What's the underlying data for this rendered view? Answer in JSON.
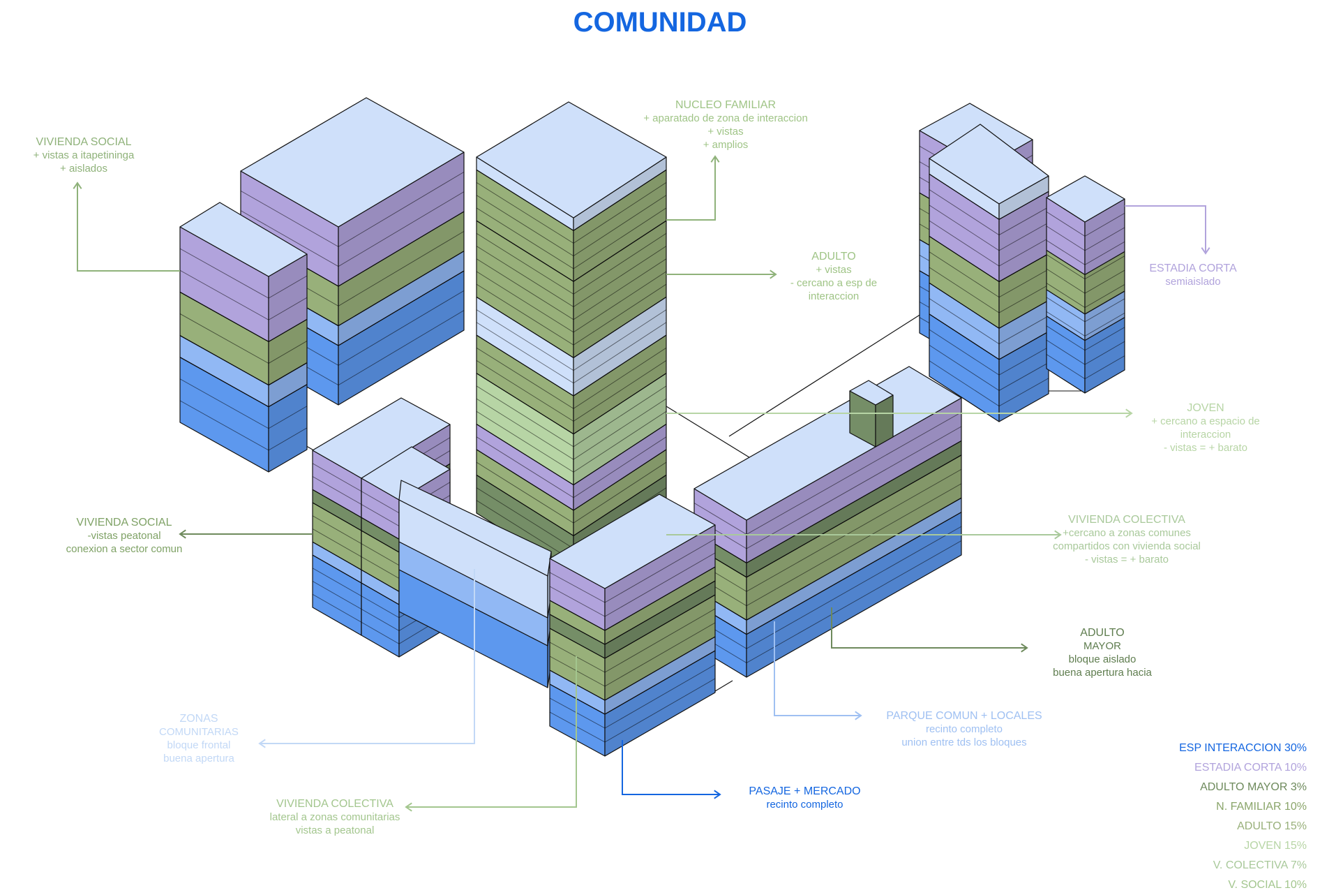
{
  "title": "COMUNIDAD",
  "colors": {
    "title": "#1466e0",
    "roof": "#cfe0fa",
    "purple": "#b1a3dc",
    "olive": "#98b07a",
    "dark_olive": "#758e67",
    "light_green": "#b7d5a5",
    "light_blue": "#91b8f4",
    "blue": "#5d98ee",
    "pale": "#cfe0fa"
  },
  "labels": {
    "vivienda_social_top": {
      "head": "VIVIENDA SOCIAL",
      "lines": [
        "+ vistas a itapetininga",
        "+ aislados"
      ]
    },
    "nucleo_familiar": {
      "head": "NUCLEO FAMILIAR",
      "lines": [
        "+ aparatado de zona de interaccion",
        "+ vistas",
        "+ amplios"
      ]
    },
    "adulto": {
      "head": "ADULTO",
      "lines": [
        "+ vistas",
        "- cercano a esp de",
        "interaccion"
      ]
    },
    "estadia_corta": {
      "head": "ESTADIA CORTA",
      "lines": [
        "semiaislado"
      ]
    },
    "joven": {
      "head": "JOVEN",
      "lines": [
        "+ cercano a espacio de",
        "interaccion",
        "- vistas = + barato"
      ]
    },
    "vivienda_social_left": {
      "head": "VIVIENDA SOCIAL",
      "lines": [
        "-vistas peatonal",
        "conexion a sector comun"
      ]
    },
    "vivienda_colectiva_right": {
      "head": "VIVIENDA COLECTIVA",
      "lines": [
        "+cercano a zonas comunes",
        "compartidos con vivienda social",
        "- vistas = + barato"
      ]
    },
    "adulto_mayor": {
      "head": "ADULTO",
      "lines": [
        "MAYOR",
        "bloque aislado",
        "buena apertura hacia"
      ]
    },
    "zonas_comunitarias": {
      "head": "ZONAS",
      "lines": [
        "COMUNITARIAS",
        "bloque frontal",
        "buena apertura"
      ]
    },
    "parque_comun": {
      "head": "PARQUE COMUN + LOCALES",
      "lines": [
        "recinto completo",
        "union entre tds los bloques"
      ]
    },
    "vivienda_colectiva_bottom": {
      "head": "VIVIENDA COLECTIVA",
      "lines": [
        "lateral a zonas comunitarias",
        "vistas a peatonal"
      ]
    },
    "pasaje_mercado": {
      "head": "PASAJE + MERCADO",
      "lines": [
        "recinto completo"
      ]
    }
  },
  "legend": [
    {
      "text": "ESP INTERACCION 30%",
      "color": "#1466e0"
    },
    {
      "text": "ESTADIA CORTA 10%",
      "color": "#b1a3dc"
    },
    {
      "text": "ADULTO MAYOR 3%",
      "color": "#6e8a5c"
    },
    {
      "text": "N. FAMILIAR 10%",
      "color": "#8aa56a"
    },
    {
      "text": "ADULTO 15%",
      "color": "#98b07a"
    },
    {
      "text": "JOVEN  15%",
      "color": "#b7d5a5"
    },
    {
      "text": "V. COLECTIVA 7%",
      "color": "#a9c99b"
    },
    {
      "text": "V. SOCIAL 10%",
      "color": "#a3c68e"
    }
  ]
}
